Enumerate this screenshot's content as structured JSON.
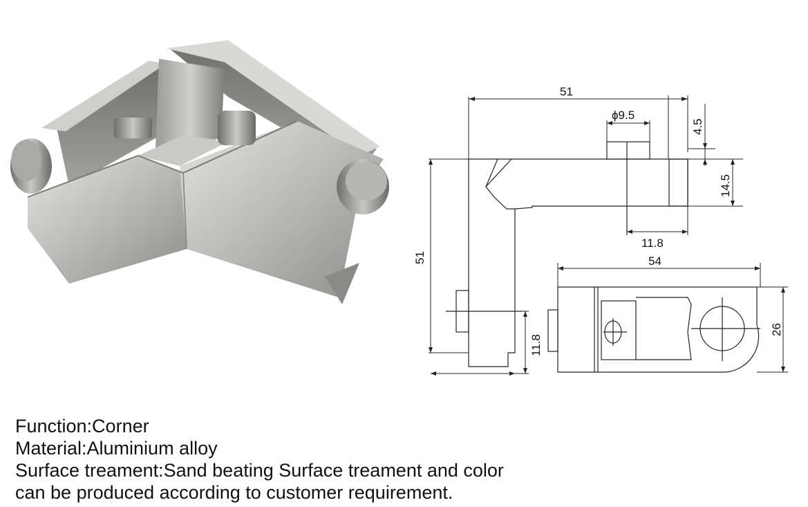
{
  "dimensions": {
    "top_width": "51",
    "hole_diameter": "ϕ9.5",
    "top_offset": "4.5",
    "arm_height": "14.5",
    "hole_offset": "11.8",
    "left_height": "51",
    "bottom_offset": "11.8",
    "plate_length": "54",
    "plate_width": "26"
  },
  "spec": {
    "function": "Function:Corner",
    "material": "Material:Aluminium alloy",
    "surface_line1": "Surface treament:Sand beating Surface treament and color",
    "surface_line2": "can be produced according to customer requirement."
  }
}
